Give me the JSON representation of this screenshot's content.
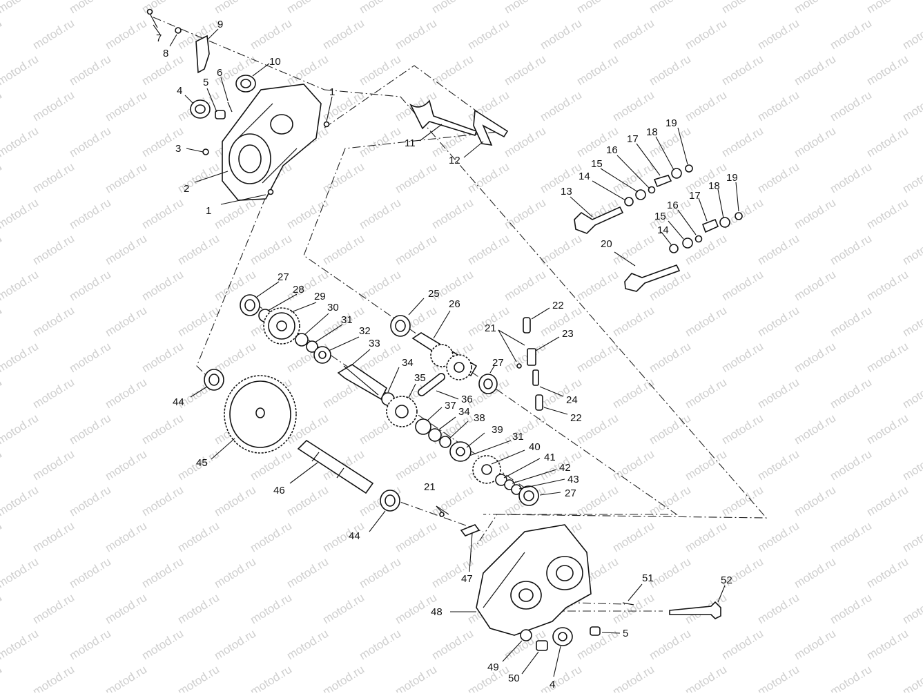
{
  "watermark": {
    "text": "motod.ru"
  },
  "callouts": [
    {
      "num": "1"
    },
    {
      "num": "1"
    },
    {
      "num": "2"
    },
    {
      "num": "3"
    },
    {
      "num": "4"
    },
    {
      "num": "4"
    },
    {
      "num": "5"
    },
    {
      "num": "5"
    },
    {
      "num": "6"
    },
    {
      "num": "7"
    },
    {
      "num": "8"
    },
    {
      "num": "9"
    },
    {
      "num": "10"
    },
    {
      "num": "11"
    },
    {
      "num": "12"
    },
    {
      "num": "13"
    },
    {
      "num": "14"
    },
    {
      "num": "14"
    },
    {
      "num": "15"
    },
    {
      "num": "15"
    },
    {
      "num": "16"
    },
    {
      "num": "16"
    },
    {
      "num": "17"
    },
    {
      "num": "17"
    },
    {
      "num": "18"
    },
    {
      "num": "18"
    },
    {
      "num": "19"
    },
    {
      "num": "19"
    },
    {
      "num": "20"
    },
    {
      "num": "21"
    },
    {
      "num": "21"
    },
    {
      "num": "22"
    },
    {
      "num": "22"
    },
    {
      "num": "23"
    },
    {
      "num": "24"
    },
    {
      "num": "25"
    },
    {
      "num": "26"
    },
    {
      "num": "27"
    },
    {
      "num": "27"
    },
    {
      "num": "27"
    },
    {
      "num": "28"
    },
    {
      "num": "29"
    },
    {
      "num": "30"
    },
    {
      "num": "31"
    },
    {
      "num": "31"
    },
    {
      "num": "32"
    },
    {
      "num": "33"
    },
    {
      "num": "34"
    },
    {
      "num": "34"
    },
    {
      "num": "35"
    },
    {
      "num": "36"
    },
    {
      "num": "37"
    },
    {
      "num": "38"
    },
    {
      "num": "39"
    },
    {
      "num": "40"
    },
    {
      "num": "41"
    },
    {
      "num": "42"
    },
    {
      "num": "43"
    },
    {
      "num": "44"
    },
    {
      "num": "44"
    },
    {
      "num": "45"
    },
    {
      "num": "46"
    },
    {
      "num": "47"
    },
    {
      "num": "48"
    },
    {
      "num": "49"
    },
    {
      "num": "50"
    },
    {
      "num": "51"
    },
    {
      "num": "52"
    }
  ]
}
